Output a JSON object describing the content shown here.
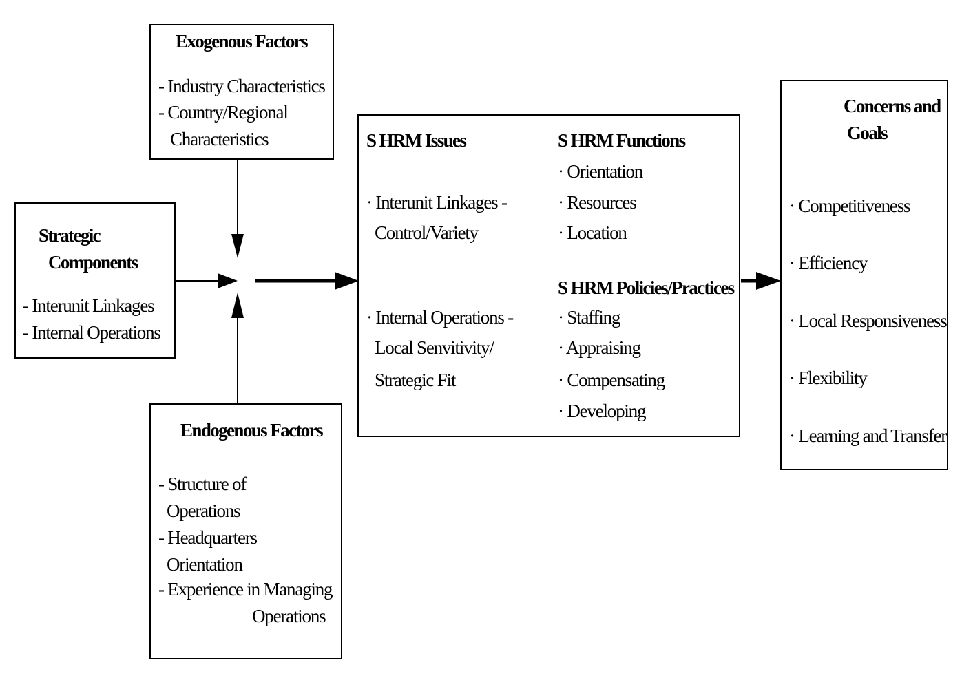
{
  "exogenous": {
    "title": "Exogenous Factors",
    "items": [
      "- Industry Characteristics",
      "- Country/Regional",
      "Characteristics"
    ]
  },
  "strategic": {
    "title_line1": "Strategic",
    "title_line2": "Components",
    "items": [
      "- Interunit Linkages",
      "- Internal Operations"
    ]
  },
  "endogenous": {
    "title": "Endogenous Factors",
    "items": [
      "- Structure of",
      "Operations",
      "- Headquarters",
      "Orientation",
      "- Experience in Managing",
      "Operations"
    ]
  },
  "shrm": {
    "issues_title": "S HRM Issues",
    "issues": [
      "· Interunit Linkages -",
      "Control/Variety",
      "· Internal Operations -",
      "Local Senvitivity/",
      "Strategic Fit"
    ],
    "functions_title": "S HRM Functions",
    "functions": [
      "· Orientation",
      "· Resources",
      "· Location"
    ],
    "policies_title": "S HRM Policies/Practices",
    "policies": [
      "· Staffing",
      "· Appraising",
      "· Compensating",
      "· Developing"
    ]
  },
  "goals": {
    "title_line1": "Concerns and",
    "title_line2": "Goals",
    "items": [
      "· Competitiveness",
      "· Efficiency",
      "· Local Responsiveness",
      "· Flexibility",
      "· Learning and Transfer"
    ]
  }
}
